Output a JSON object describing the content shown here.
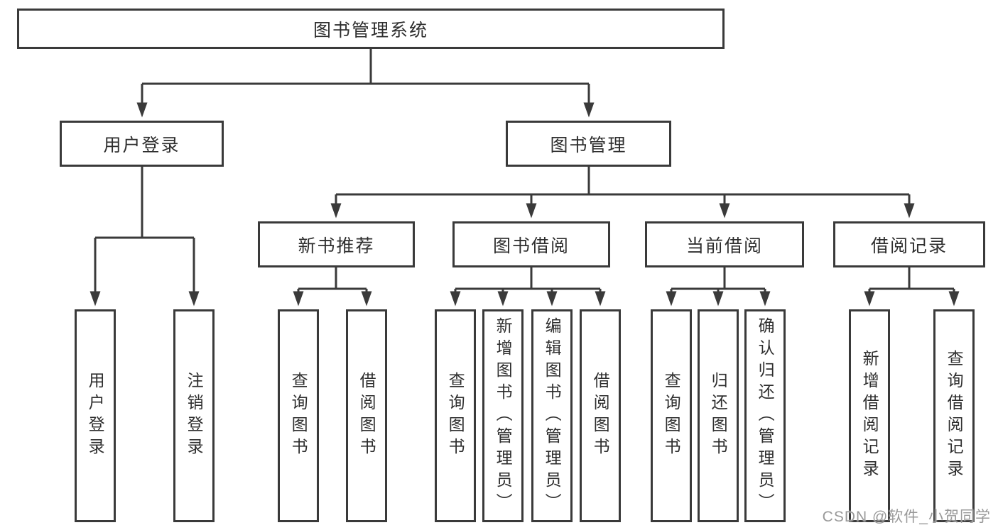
{
  "colors": {
    "line": "#3a3a3a",
    "box_border": "#3a3a3a",
    "box_background": "#ffffff",
    "label_text": "#2e2e2e",
    "watermark_text": "#999999"
  },
  "diagram": {
    "root": {
      "label": "图书管理系统"
    },
    "branches": [
      {
        "label": "用户登录",
        "children": [
          "用户登录",
          "注销登录"
        ]
      },
      {
        "label": "图书管理",
        "children": [
          {
            "label": "新书推荐",
            "children": [
              "查询图书",
              "借阅图书"
            ]
          },
          {
            "label": "图书借阅",
            "children": [
              "查询图书",
              "新增图书（管理员）",
              "编辑图书（管理员）",
              "借阅图书"
            ]
          },
          {
            "label": "当前借阅",
            "children": [
              "查询图书",
              "归还图书",
              "确认归还（管理员）"
            ]
          },
          {
            "label": "借阅记录",
            "children": [
              "新增借阅记录",
              "查询借阅记录"
            ]
          }
        ]
      }
    ]
  },
  "watermark": {
    "text": "CSDN @软件_小贺同学"
  }
}
